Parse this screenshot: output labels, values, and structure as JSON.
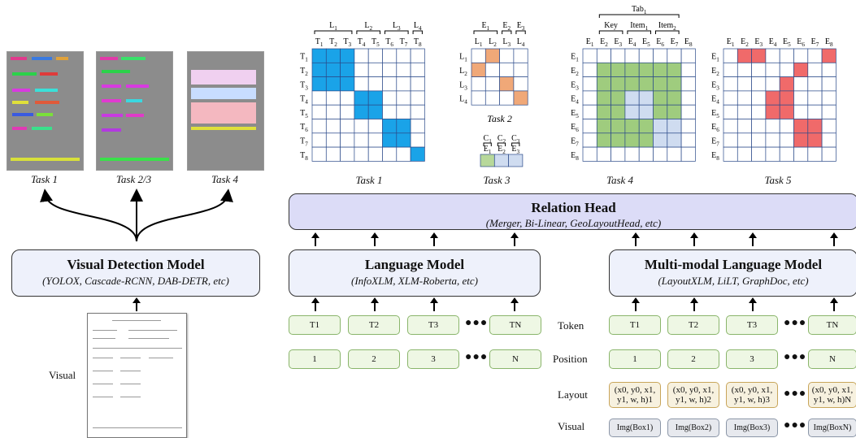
{
  "thumbnails": [
    {
      "caption": "Task 1"
    },
    {
      "caption": "Task 2/3"
    },
    {
      "caption": "Task 4"
    }
  ],
  "visual_detection": {
    "title": "Visual Detection Model",
    "subtitle": "(YOLOX, Cascade-RCNN, DAB-DETR, etc)"
  },
  "visual_input_label": "Visual",
  "relation_head": {
    "title": "Relation Head",
    "subtitle": "(Merger, Bi-Linear, GeoLayoutHead, etc)"
  },
  "language_model": {
    "title": "Language Model",
    "subtitle": "(InfoXLM, XLM-Roberta, etc)"
  },
  "mm_model": {
    "title": "Multi-modal Language Model",
    "subtitle": "(LayoutXLM, LiLT, GraphDoc, etc)"
  },
  "lm_tokens": [
    "T1",
    "T2",
    "T3",
    "TN"
  ],
  "lm_positions": [
    "1",
    "2",
    "3",
    "N"
  ],
  "mm_rows": [
    {
      "label": "Token",
      "items": [
        "T1",
        "T2",
        "T3",
        "TN"
      ]
    },
    {
      "label": "Position",
      "items": [
        "1",
        "2",
        "3",
        "N"
      ]
    },
    {
      "label": "Layout",
      "items": [
        "(x0, y0, x1, y1, w, h)1",
        "(x0, y0, x1, y1, w, h)2",
        "(x0, y0, x1, y1, w, h)3",
        "(x0, y0, x1, y1, w, h)N"
      ]
    },
    {
      "label": "Visual",
      "items": [
        "Img(Box1)",
        "Img(Box2)",
        "Img(Box3)",
        "Img(BoxN)"
      ]
    }
  ],
  "ellipsis": "●●●",
  "matrices": {
    "task1": {
      "caption": "Task 1",
      "groups": [
        "L1",
        "L2",
        "L3",
        "L4"
      ],
      "cols": [
        "T1",
        "T2",
        "T3",
        "T4",
        "T5",
        "T6",
        "T7",
        "T8"
      ],
      "rows": [
        "T1",
        "T2",
        "T3",
        "T4",
        "T5",
        "T6",
        "T7",
        "T8"
      ],
      "color": "#1aa3e8"
    },
    "task2": {
      "caption": "Task 2",
      "groups": [
        "E1",
        "E2",
        "E3"
      ],
      "cols": [
        "L1",
        "L2",
        "L3",
        "L4"
      ],
      "rows": [
        "L1",
        "L2",
        "L3",
        "L4"
      ],
      "color": "#f0a878"
    },
    "task3": {
      "caption": "Task 3",
      "groups": [
        "C1",
        "C2",
        "C3"
      ],
      "cols": [
        "E1",
        "E2",
        "E3"
      ]
    },
    "task4": {
      "caption": "Task 4",
      "top": "Tab1",
      "groups": [
        "Key",
        "Item1",
        "Item2"
      ],
      "cols": [
        "E1",
        "E2",
        "E3",
        "E4",
        "E5",
        "E6",
        "E7",
        "E8"
      ],
      "rows": [
        "E1",
        "E2",
        "E3",
        "E4",
        "E5",
        "E6",
        "E7",
        "E8"
      ],
      "color": "#9fcc7e"
    },
    "task5": {
      "caption": "Task 5",
      "cols": [
        "E1",
        "E2",
        "E3",
        "E4",
        "E5",
        "E6",
        "E7",
        "E8"
      ],
      "rows": [
        "E1",
        "E2",
        "E3",
        "E4",
        "E5",
        "E6",
        "E7",
        "E8"
      ],
      "color": "#f06a6a"
    }
  }
}
